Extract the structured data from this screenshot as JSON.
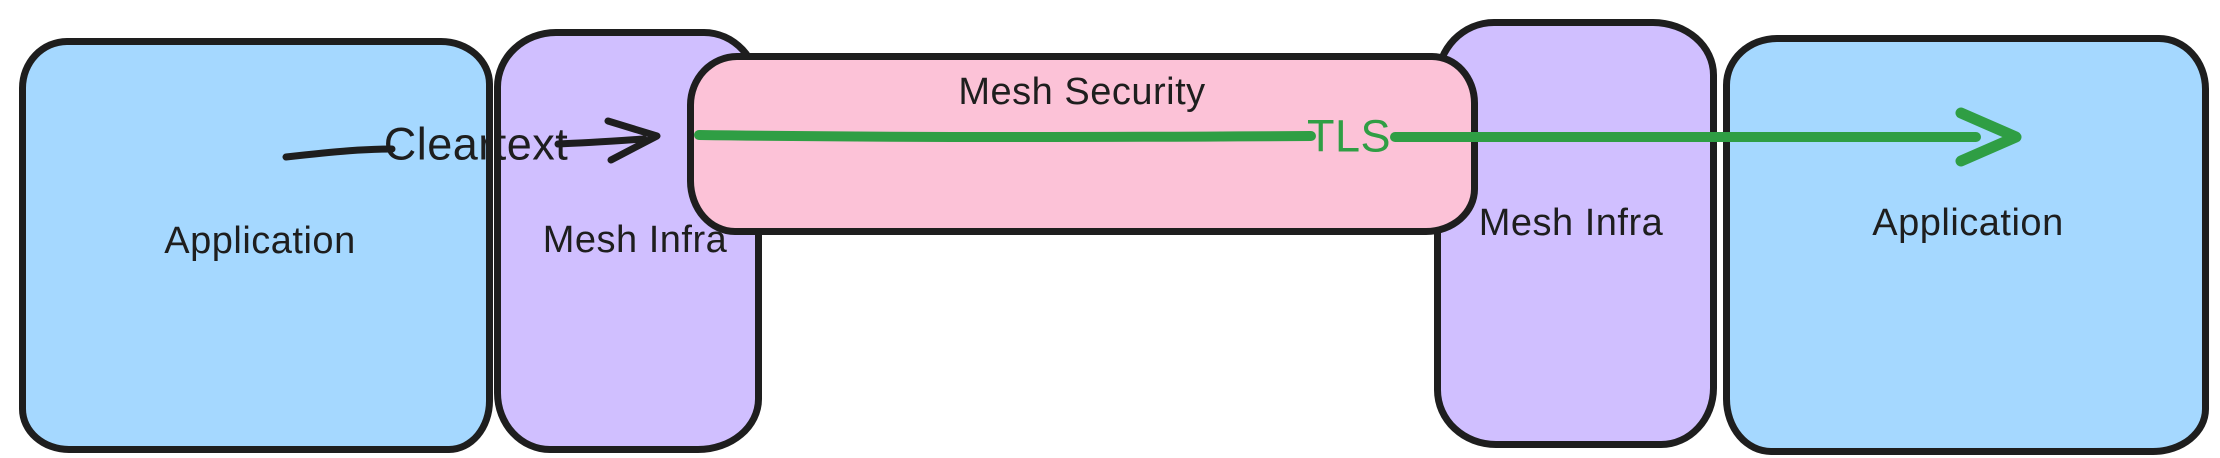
{
  "boxes": {
    "application_left": {
      "label": "Application",
      "fill": "#a5d8ff"
    },
    "mesh_infra_left": {
      "label": "Mesh Infra",
      "fill": "#d0bfff"
    },
    "mesh_security": {
      "label": "Mesh Security",
      "fill": "#fcc2d7"
    },
    "mesh_infra_right": {
      "label": "Mesh Infra",
      "fill": "#d0bfff"
    },
    "application_right": {
      "label": "Application",
      "fill": "#a5d8ff"
    }
  },
  "arrows": {
    "cleartext": {
      "label": "Cleartext",
      "color": "#1e1e1e"
    },
    "tls": {
      "label": "TLS",
      "color": "#2f9e44"
    }
  },
  "colors": {
    "stroke": "#1e1e1e",
    "background": "#ffffff"
  }
}
